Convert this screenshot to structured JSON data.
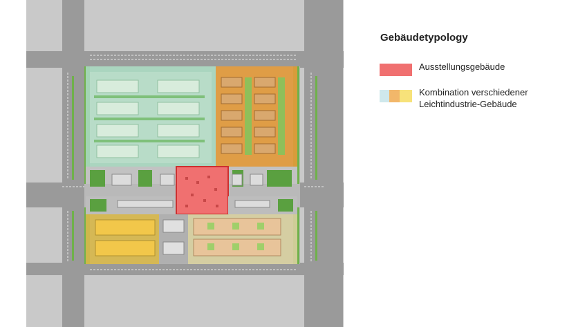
{
  "legend": {
    "title": "Gebäudetypology",
    "items": [
      {
        "name": "exhibition",
        "label": "Ausstellungsgebäude",
        "colors": [
          "#f07070"
        ]
      },
      {
        "name": "light-industry",
        "label_line1": "Kombination verschiedener",
        "label_line2": "Leichtindustrie-Gebäude",
        "colors": [
          "#cfe8ec",
          "#f2b76a",
          "#f7e27a"
        ]
      }
    ]
  },
  "colors": {
    "road": "#9b9b9b",
    "block_bg": "#c8c8c8",
    "green": "#6fb14a",
    "zone_green": "#a8d8c0",
    "zone_orange": "#e39a3a",
    "zone_yellow": "#d8b84a",
    "zone_beige": "#e8c49a",
    "exhibition": "#f07070"
  }
}
